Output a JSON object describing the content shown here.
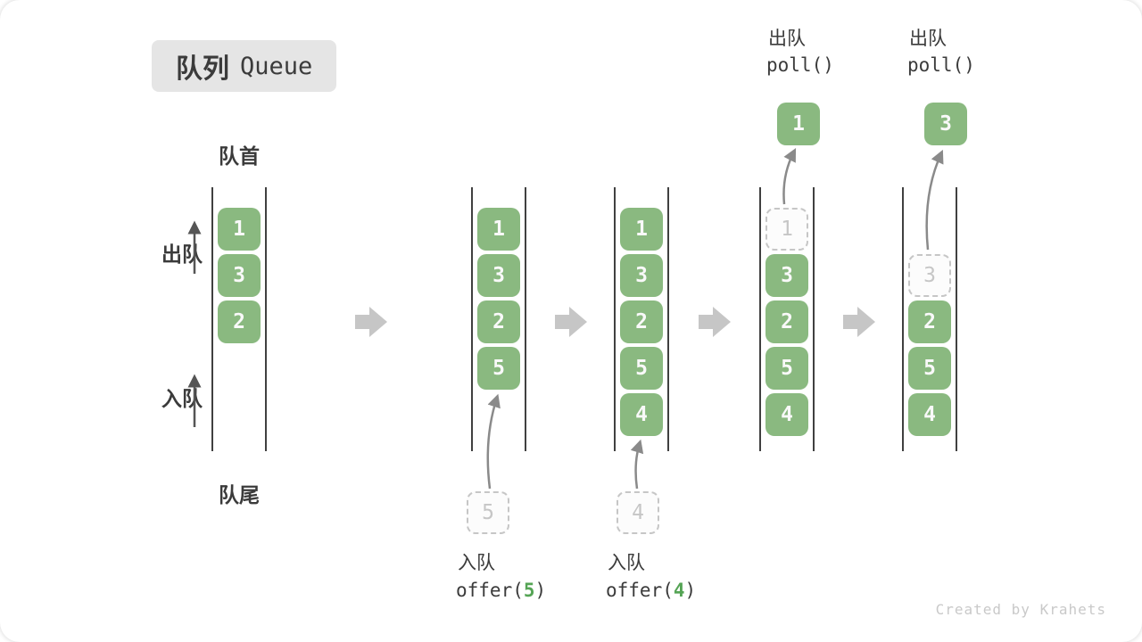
{
  "title": {
    "zh": "队列",
    "en": "Queue"
  },
  "side_labels": {
    "front": "队首",
    "rear": "队尾",
    "dequeue": "出队",
    "enqueue": "入队"
  },
  "states": [
    {
      "start": 0,
      "cells": [
        {
          "v": "1"
        },
        {
          "v": "3"
        },
        {
          "v": "2"
        }
      ]
    },
    {
      "start": 0,
      "cells": [
        {
          "v": "1"
        },
        {
          "v": "3"
        },
        {
          "v": "2"
        },
        {
          "v": "5"
        }
      ],
      "enqueue": {
        "pending": "5",
        "label": "入队",
        "code": [
          "offer(",
          "5",
          ")"
        ]
      }
    },
    {
      "start": 0,
      "cells": [
        {
          "v": "1"
        },
        {
          "v": "3"
        },
        {
          "v": "2"
        },
        {
          "v": "5"
        },
        {
          "v": "4"
        }
      ],
      "enqueue": {
        "pending": "4",
        "label": "入队",
        "code": [
          "offer(",
          "4",
          ")"
        ]
      }
    },
    {
      "start": 0,
      "cells": [
        {
          "v": "1",
          "ghost": true
        },
        {
          "v": "3"
        },
        {
          "v": "2"
        },
        {
          "v": "5"
        },
        {
          "v": "4"
        }
      ],
      "dequeue": {
        "removed": "1",
        "label": "出队",
        "code": "poll()"
      }
    },
    {
      "start": 1,
      "cells": [
        {
          "v": "3",
          "ghost": true
        },
        {
          "v": "2"
        },
        {
          "v": "5"
        },
        {
          "v": "4"
        }
      ],
      "dequeue": {
        "removed": "3",
        "label": "出队",
        "code": "poll()"
      }
    }
  ],
  "watermark": "Created by Krahets",
  "colors": {
    "box_green": "#8ab980",
    "box_text": "#f9f9f9",
    "ghost_border": "#c6c6c6",
    "ghost_text": "#c6c6c6",
    "column_line": "#404040",
    "block_arrow": "#c6c6c6",
    "curve_arrow": "#8a8a8a",
    "up_arrow": "#555555",
    "text_dark": "#3b3b3b",
    "code_green": "#55a455",
    "badge_bg": "#e5e5e5",
    "watermark_gray": "#c9c9c9"
  }
}
